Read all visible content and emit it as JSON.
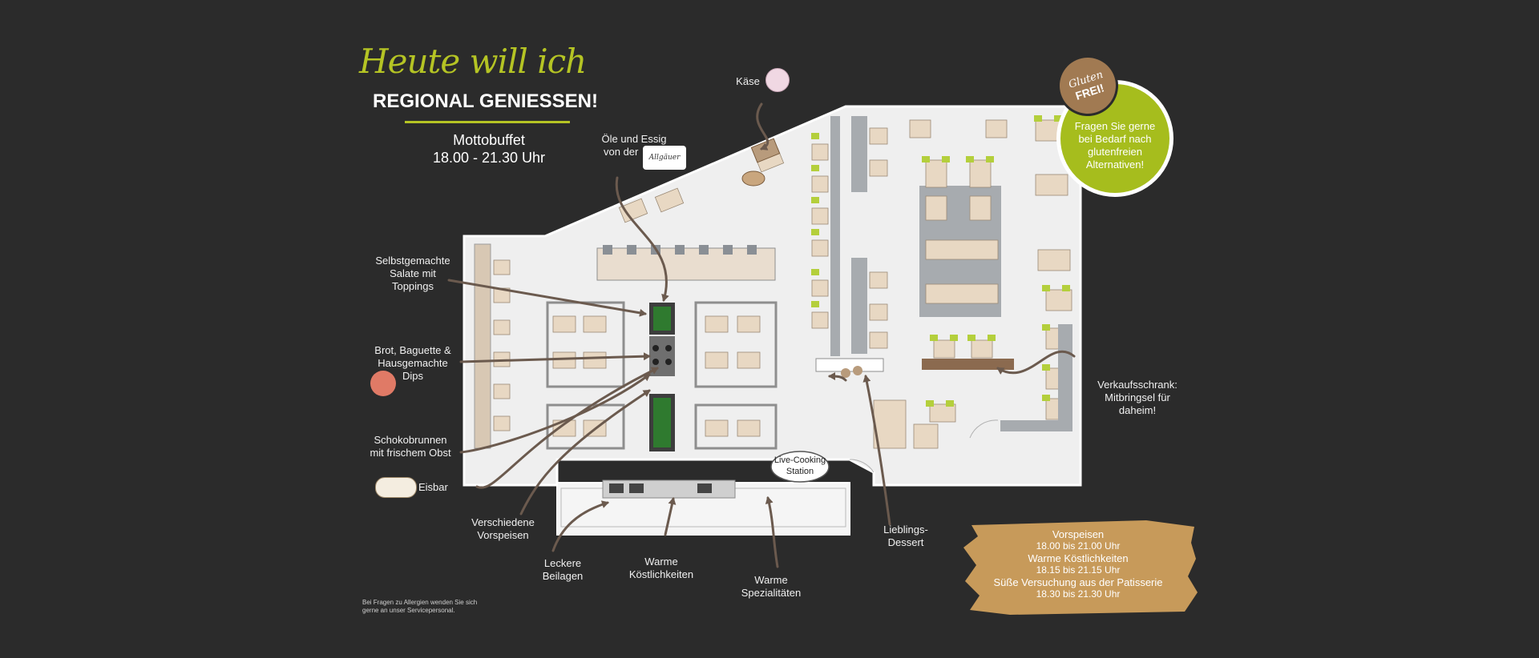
{
  "header": {
    "script_title": "Heute will ich",
    "subtitle": "REGIONAL GENIESSEN!",
    "motto_line1": "Mottobuffet",
    "motto_line2": "18.00 - 21.30 Uhr"
  },
  "labels": {
    "kaese": "Käse",
    "oele_1": "Öle und Essig",
    "oele_2": "von der",
    "allgaeuer_logo": "Allgäuer",
    "salate_1": "Selbstgemachte",
    "salate_2": "Salate mit",
    "salate_3": "Toppings",
    "brot_1": "Brot, Baguette &",
    "brot_2": "Hausgemachte",
    "brot_3": "Dips",
    "schoko_1": "Schokobrunnen",
    "schoko_2": "mit frischem Obst",
    "eisbar": "Eisbar",
    "vorspeisen_1": "Verschiedene",
    "vorspeisen_2": "Vorspeisen",
    "beilagen_1": "Leckere",
    "beilagen_2": "Beilagen",
    "koestlich_1": "Warme",
    "koestlich_2": "Köstlichkeiten",
    "spezial_1": "Warme",
    "spezial_2": "Spezialitäten",
    "live_1": "Live-Cooking",
    "live_2": "Station",
    "dessert_1": "Lieblings-",
    "dessert_2": "Dessert",
    "verkauf_1": "Verkaufsschrank:",
    "verkauf_2": "Mitbringsel für",
    "verkauf_3": "daheim!"
  },
  "gluten_badge": {
    "seal_1": "Gluten",
    "seal_2": "FREI!",
    "line1": "Fragen Sie gerne",
    "line2": "bei Bedarf nach",
    "line3": "glutenfreien",
    "line4": "Alternativen!"
  },
  "schedule": [
    {
      "head": "Vorspeisen",
      "time": "18.00 bis 21.00 Uhr"
    },
    {
      "head": "Warme Köstlichkeiten",
      "time": "18.15 bis 21.15 Uhr"
    },
    {
      "head": "Süße Versuchung aus der Patisserie",
      "time": "18.30 bis 21.30 Uhr"
    }
  ],
  "footnote": {
    "line1": "Bei Fragen zu Allergien wenden Sie sich",
    "line2": "gerne an unser Servicepersonal."
  },
  "colors": {
    "background": "#2b2b2b",
    "accent_green": "#b5c424",
    "badge_green": "#a6bd1d",
    "arrow_brown": "#6b5a4e",
    "gold_brush": "#c79a5a",
    "floor": "#efefef"
  }
}
